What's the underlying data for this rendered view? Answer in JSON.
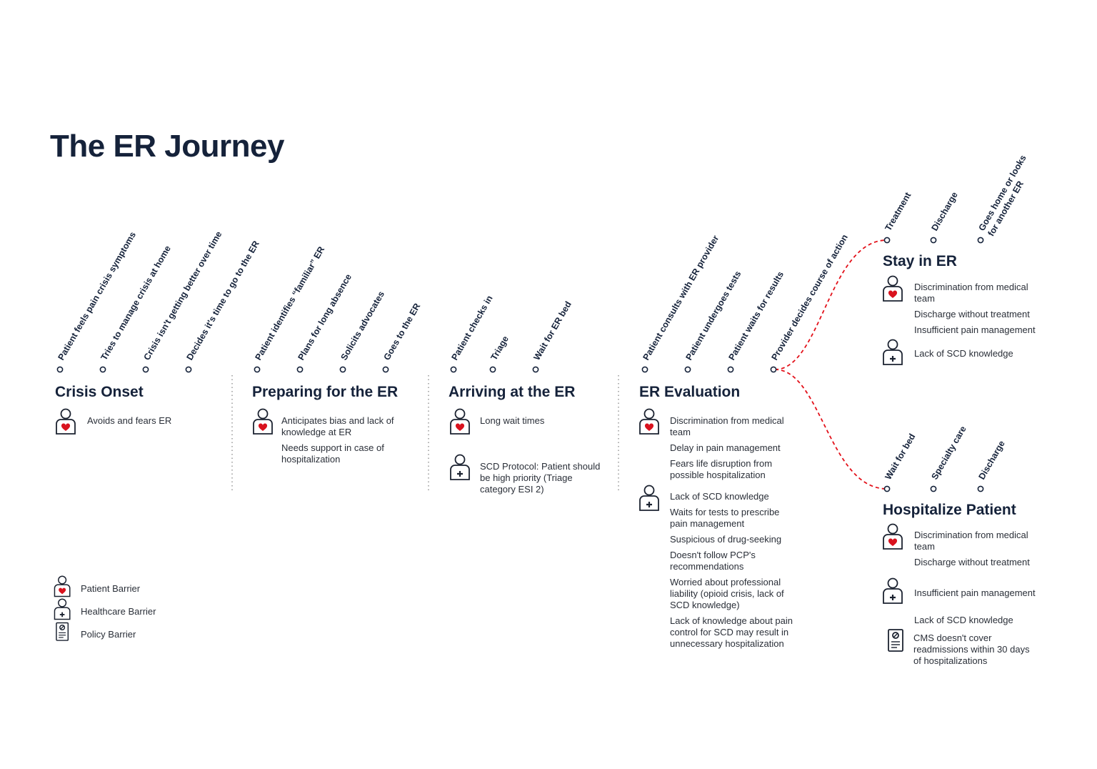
{
  "title": "The ER Journey",
  "colors": {
    "dark": "#15223a",
    "yellow": "#e9d32a",
    "orange": "#e8a040",
    "red": "#e3111a",
    "heart": "#d9121e",
    "pale_red": "#e9595e"
  },
  "stages": [
    {
      "title": "Crisis Onset",
      "steps": [
        "Patient feels pain crisis symptoms",
        "Tries to manage crisis at home",
        "Crisis isn't getting better over time",
        "Decides it's time to go to the ER"
      ],
      "barriers": [
        {
          "icon": "patient-barrier-icon",
          "items": [
            "Avoids and fears ER"
          ]
        }
      ]
    },
    {
      "title": "Preparing for the ER",
      "steps": [
        "Patient identifies “familiar” ER",
        "Plans for long absence",
        "Solicits advocates",
        "Goes to the ER"
      ],
      "barriers": [
        {
          "icon": "patient-barrier-icon",
          "items": [
            "Anticipates bias and lack of knowledge at ER",
            "Needs support in case of hospitalization"
          ]
        }
      ]
    },
    {
      "title": "Arriving at the ER",
      "steps": [
        "Patient checks in",
        "Triage",
        "Wait for ER bed"
      ],
      "barriers": [
        {
          "icon": "patient-barrier-icon",
          "items": [
            "Long wait times"
          ]
        },
        {
          "icon": "healthcare-barrier-icon",
          "items": [
            "SCD Protocol: Patient should be high priority (Triage category ESI 2)"
          ]
        }
      ]
    },
    {
      "title": "ER Evaluation",
      "steps": [
        "Patient consults with ER provider",
        "Patient undergoes tests",
        "Patient waits for results",
        "Provider decides course of action"
      ],
      "barriers": [
        {
          "icon": "patient-barrier-icon",
          "items": [
            "Discrimination from medical team",
            "Delay in pain management",
            "Fears life disruption from possible  hospitalization"
          ]
        },
        {
          "icon": "healthcare-barrier-icon",
          "items": [
            "Lack of SCD knowledge",
            "Waits for tests to prescribe pain management",
            "Suspicious of drug-seeking",
            "Doesn't follow PCP's recommendations",
            "Worried about professional liability (opioid crisis, lack of SCD knowledge)",
            "Lack of knowledge about pain control for SCD may result in unnecessary hospitalization"
          ]
        }
      ]
    },
    {
      "title": "Stay in ER",
      "steps": [
        "Treatment",
        "Discharge",
        "Goes home or looks for another ER"
      ],
      "barriers": [
        {
          "icon": "patient-barrier-icon",
          "items": [
            "Discrimination from medical team",
            "Discharge without treatment",
            "Insufficient pain management"
          ]
        },
        {
          "icon": "healthcare-barrier-icon",
          "items": [
            "Lack of SCD knowledge"
          ]
        }
      ]
    },
    {
      "title": "Hospitalize Patient",
      "steps": [
        "Wait for bed",
        "Specialty care",
        "Discharge"
      ],
      "barriers": [
        {
          "icon": "patient-barrier-icon",
          "items": [
            "Discrimination from medical team",
            "Discharge without treatment"
          ]
        },
        {
          "icon": "healthcare-barrier-icon",
          "items": [
            "Insufficient pain management",
            "Lack of SCD knowledge"
          ]
        },
        {
          "icon": "policy-barrier-icon",
          "items": [
            "CMS doesn't cover readmissions within 30 days of hospitalizations"
          ]
        }
      ]
    }
  ],
  "legend": [
    {
      "icon": "patient-barrier-icon",
      "label": "Patient Barrier"
    },
    {
      "icon": "healthcare-barrier-icon",
      "label": "Healthcare Barrier"
    },
    {
      "icon": "policy-barrier-icon",
      "label": "Policy Barrier"
    }
  ]
}
